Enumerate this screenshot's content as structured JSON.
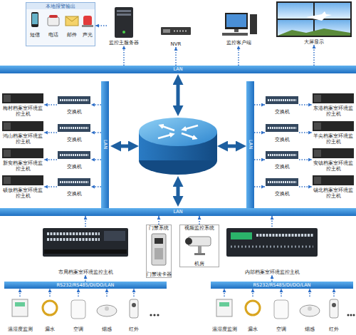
{
  "diagram": {
    "nodes": [
      {
        "text": [
          "本地报警输出"
        ]
      },
      {
        "text": [
          "监控主服务器"
        ]
      },
      {
        "text": [
          "NVR"
        ]
      },
      {
        "text": [
          "监控客户端"
        ]
      },
      {
        "text": [
          "大屏显示"
        ]
      },
      {
        "text": [
          "LAN"
        ]
      },
      {
        "text": [
          "LAN"
        ]
      },
      {
        "text": [
          "LAN"
        ]
      },
      {
        "text": [
          "梅村档案室环境监控主机"
        ]
      },
      {
        "text": [
          "鸿山档案室环境监控主机"
        ]
      },
      {
        "text": [
          "新安档案室环境监控主机"
        ]
      },
      {
        "text": [
          "硕放档案室环境监控主机"
        ]
      },
      {
        "text": [
          "交换机"
        ]
      },
      {
        "text": [
          "交换机"
        ]
      },
      {
        "text": [
          "交换机"
        ]
      },
      {
        "text": [
          "交换机"
        ]
      },
      {
        "text": [
          "交换机"
        ]
      },
      {
        "text": [
          "交换机"
        ]
      },
      {
        "text": [
          "交换机"
        ]
      },
      {
        "text": [
          "交换机"
        ]
      },
      {
        "text": [
          "东港档案室环境监控主机"
        ]
      },
      {
        "text": [
          "羊尖档案室环境监控主机"
        ]
      },
      {
        "text": [
          "安镇档案室环境监控主机"
        ]
      },
      {
        "text": [
          "锡北档案室环境监控主机"
        ]
      },
      {
        "text": [
          "LAN"
        ]
      },
      {
        "text": [
          "市局档案室环境监控主机"
        ]
      },
      {
        "text": [
          "门禁系统",
          "门禁读卡器"
        ]
      },
      {
        "text": [
          "视频监控系统",
          "机房"
        ]
      },
      {
        "text": [
          "内部档案室环境监控主机"
        ]
      },
      {
        "text": [
          "RS232/RS485/DI/DO/LAN"
        ]
      },
      {
        "text": [
          "RS232/RS485/DI/DO/LAN"
        ]
      },
      {
        "text": [
          "温湿度监测"
        ]
      },
      {
        "text": [
          "漏水"
        ]
      },
      {
        "text": [
          "空调"
        ]
      },
      {
        "text": [
          "烟感"
        ]
      },
      {
        "text": [
          "红外"
        ]
      },
      {
        "text": [
          "温湿度监测"
        ]
      },
      {
        "text": [
          "漏水"
        ]
      },
      {
        "text": [
          "空调"
        ]
      },
      {
        "text": [
          "烟感"
        ]
      },
      {
        "text": [
          "红外"
        ]
      }
    ],
    "edges": [
      {
        "from": 1,
        "to": 0,
        "arrow": "to"
      },
      {
        "from": 5,
        "to": 1,
        "arrow": "to"
      },
      {
        "from": 5,
        "to": 2,
        "arrow": "to"
      },
      {
        "from": 5,
        "to": 3,
        "arrow": "to"
      },
      {
        "from": 5,
        "to": 4,
        "arrow": "to"
      },
      {
        "from": 6,
        "to": 12,
        "arrow": "to"
      },
      {
        "from": 6,
        "to": 13,
        "arrow": "to"
      },
      {
        "from": 6,
        "to": 14,
        "arrow": "to"
      },
      {
        "from": 6,
        "to": 15,
        "arrow": "to"
      },
      {
        "from": 12,
        "to": 8,
        "arrow": "to"
      },
      {
        "from": 13,
        "to": 9,
        "arrow": "to"
      },
      {
        "from": 14,
        "to": 10,
        "arrow": "to"
      },
      {
        "from": 15,
        "to": 11,
        "arrow": "to"
      },
      {
        "from": 7,
        "to": 16,
        "arrow": "to"
      },
      {
        "from": 7,
        "to": 17,
        "arrow": "to"
      },
      {
        "from": 7,
        "to": 18,
        "arrow": "to"
      },
      {
        "from": 7,
        "to": 19,
        "arrow": "to"
      },
      {
        "from": 16,
        "to": 20,
        "arrow": "to"
      },
      {
        "from": 17,
        "to": 21,
        "arrow": "to"
      },
      {
        "from": 18,
        "to": 22,
        "arrow": "to"
      },
      {
        "from": 19,
        "to": 23,
        "arrow": "to"
      },
      {
        "from": 25,
        "to": 24,
        "arrow": "to"
      },
      {
        "from": 26,
        "to": 24,
        "arrow": "to"
      },
      {
        "from": 27,
        "to": 24,
        "arrow": "to"
      },
      {
        "from": 28,
        "to": 24,
        "arrow": "to"
      },
      {
        "from": 29,
        "to": 25,
        "arrow": "to"
      },
      {
        "from": 30,
        "to": 28,
        "arrow": "to"
      },
      {
        "from": 31,
        "to": 29,
        "arrow": "to"
      },
      {
        "from": 32,
        "to": 29,
        "arrow": "to"
      },
      {
        "from": 33,
        "to": 29,
        "arrow": "to"
      },
      {
        "from": 34,
        "to": 29,
        "arrow": "to"
      },
      {
        "from": 35,
        "to": 29,
        "arrow": "to"
      },
      {
        "from": 36,
        "to": 30,
        "arrow": "to"
      },
      {
        "from": 37,
        "to": 30,
        "arrow": "to"
      },
      {
        "from": 38,
        "to": 30,
        "arrow": "to"
      },
      {
        "from": 39,
        "to": 30,
        "arrow": "to"
      },
      {
        "from": 40,
        "to": 30,
        "arrow": "to"
      }
    ],
    "labels": [
      "短信",
      "电话",
      "邮件",
      "声光"
    ]
  }
}
